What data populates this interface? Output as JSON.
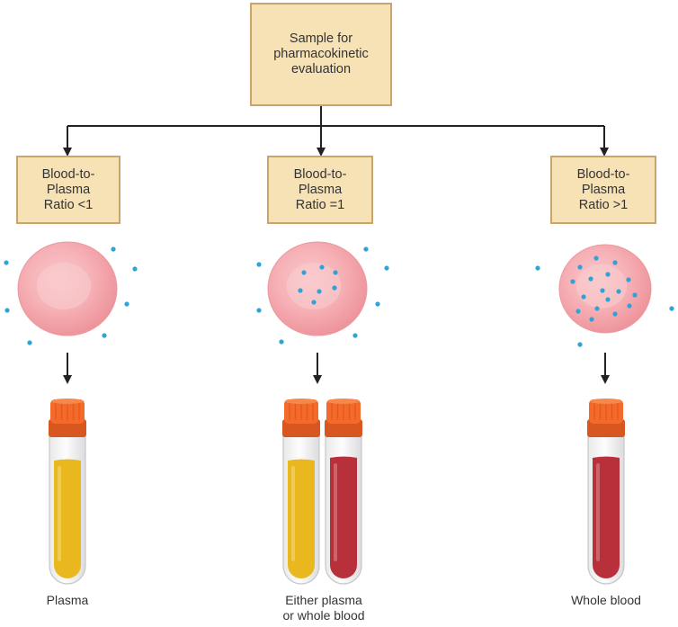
{
  "root": {
    "label_lines": [
      "Sample for",
      "pharmacokinetic",
      "evaluation"
    ]
  },
  "branches": [
    {
      "ratio_lines": [
        "Blood-to-",
        "Plasma",
        "Ratio <1"
      ],
      "result_lines": [
        "Plasma"
      ],
      "tubes": [
        "plasma"
      ],
      "inner_dots": 0,
      "outer_dots": 7
    },
    {
      "ratio_lines": [
        "Blood-to-",
        "Plasma",
        "Ratio =1"
      ],
      "result_lines": [
        "Either plasma",
        "or whole blood"
      ],
      "tubes": [
        "plasma",
        "whole-blood"
      ],
      "inner_dots": 7,
      "outer_dots": 7
    },
    {
      "ratio_lines": [
        "Blood-to-",
        "Plasma",
        "Ratio >1"
      ],
      "result_lines": [
        "Whole blood"
      ],
      "tubes": [
        "whole-blood"
      ],
      "inner_dots": 17,
      "outer_dots": 3
    }
  ],
  "colors": {
    "box_fill": "#f7e2b6",
    "box_border": "#c9a56c",
    "cell": "#f4a5aa",
    "cell_center": "#f8c3c7",
    "drug_dot": "#2fa3d6",
    "cap": "#f36a2a",
    "plasma": "#e9b81f",
    "whole_blood": "#b8303a",
    "arrow": "#222222"
  }
}
